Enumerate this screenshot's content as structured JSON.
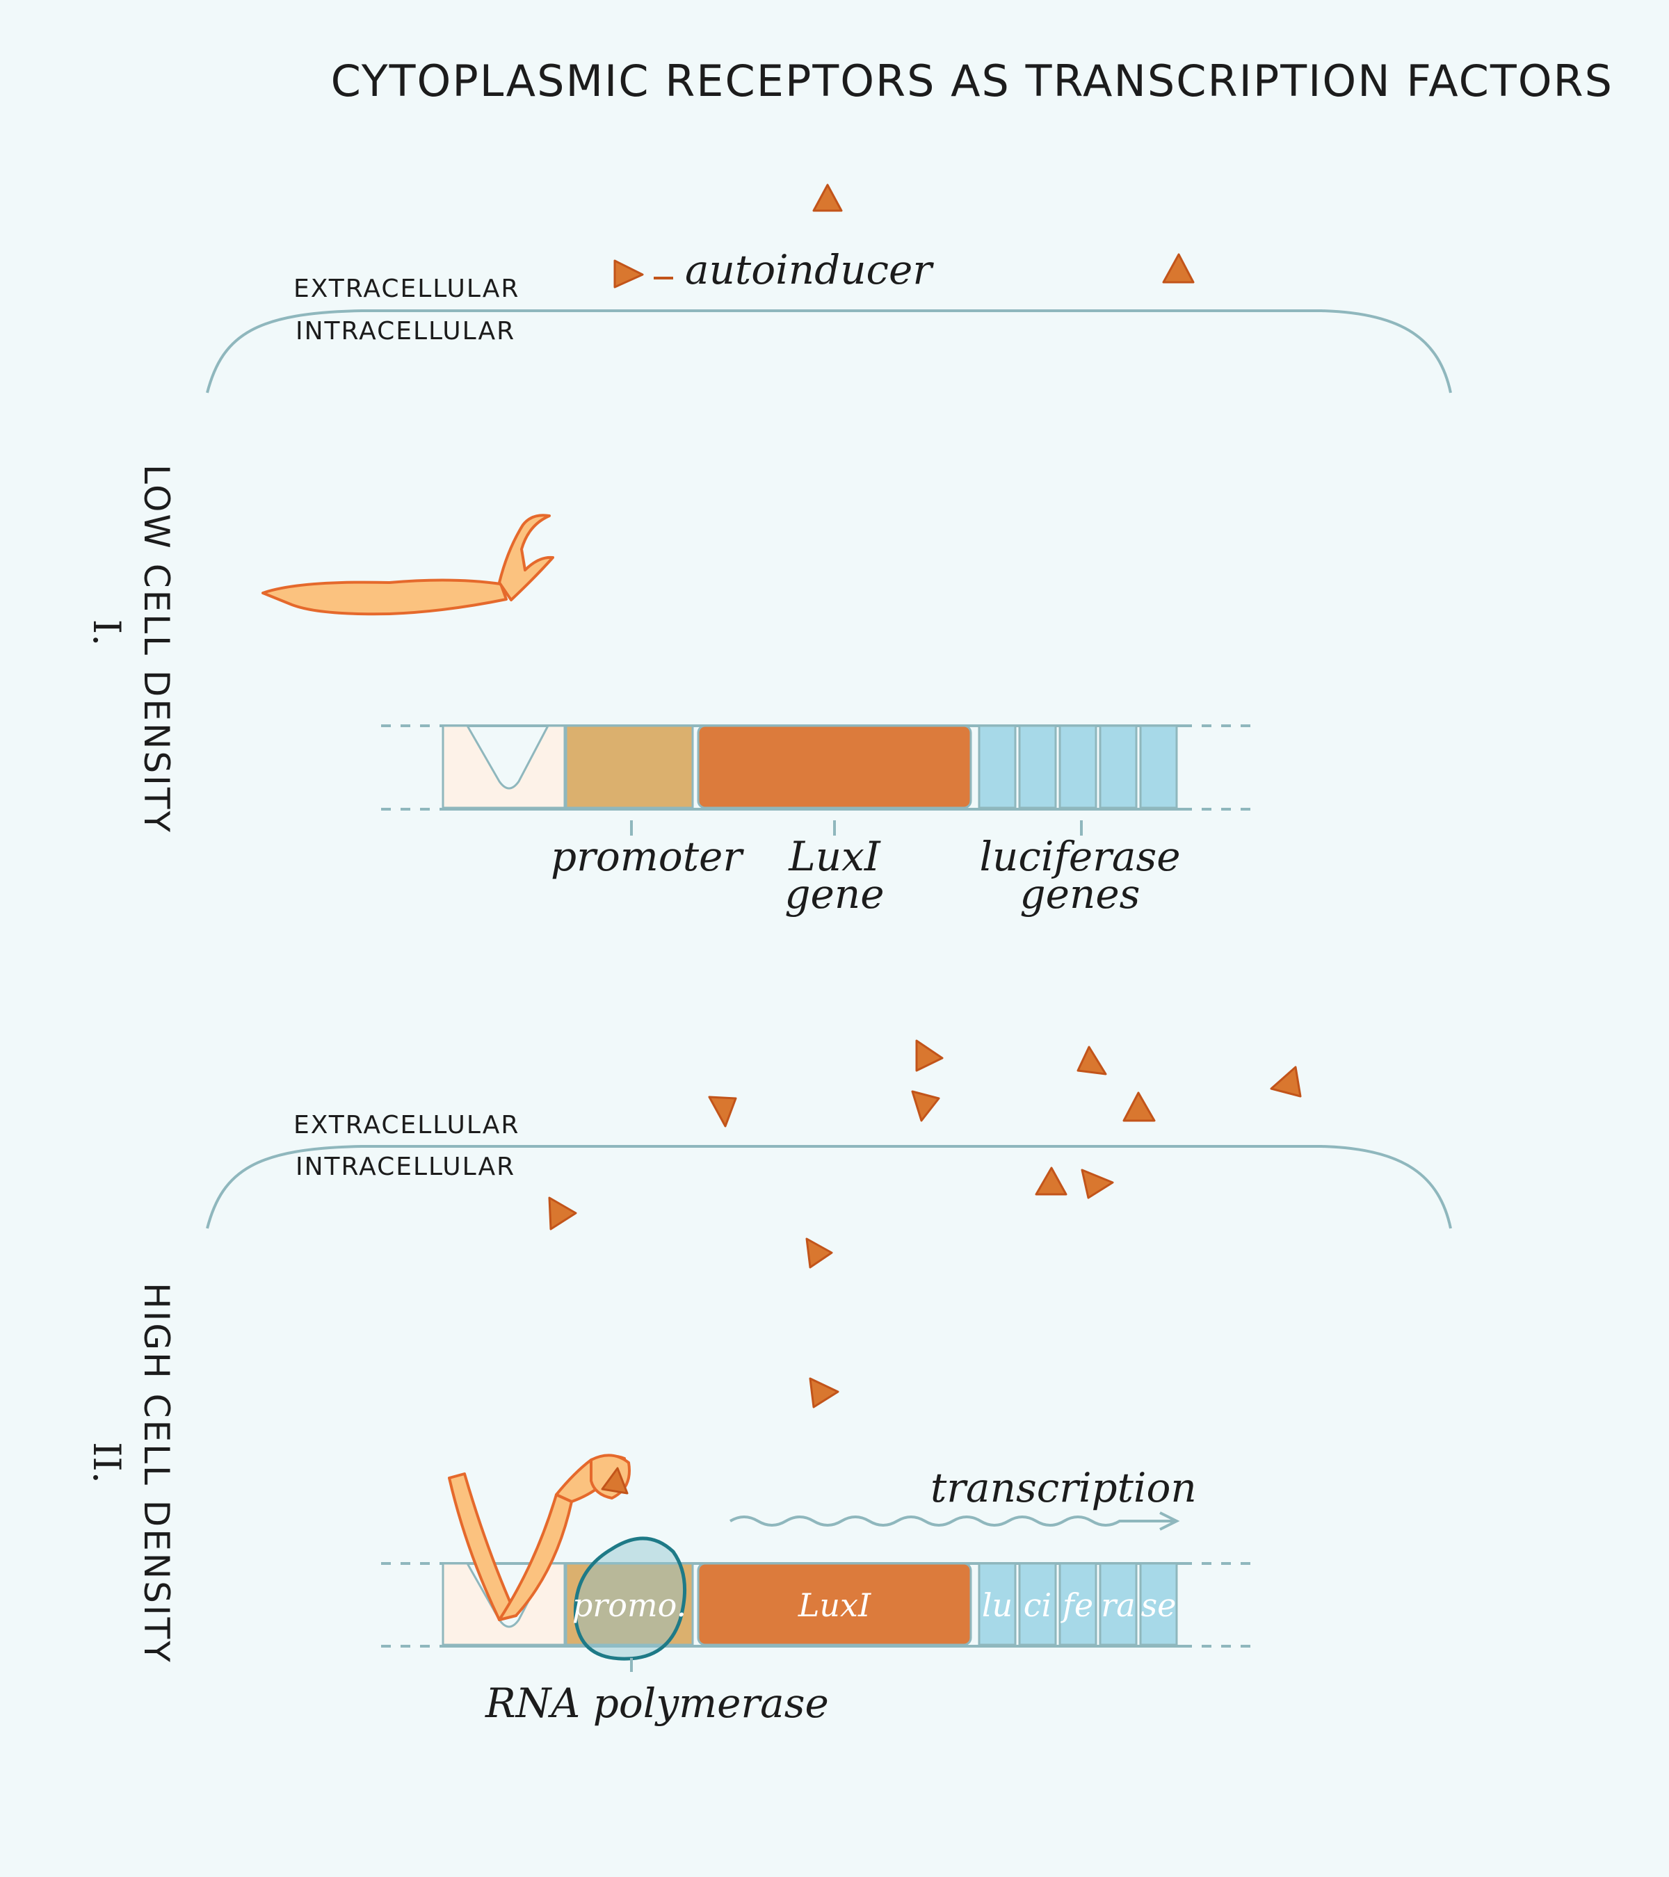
{
  "title": "CYTOPLASMIC RECEPTORS AS TRANSCRIPTION FACTORS",
  "colors": {
    "background": "#f1f9fa",
    "membrane": "#8fb7bd",
    "promoter": "#dbb06e",
    "luxI": "#dc7b3c",
    "luciferase": "#a7d9e8",
    "binding_site": "#fdf2e8",
    "autoinducer": "#d9772f",
    "receptor_arm": "#fbc27f",
    "rna_polymerase_outline": "#1e7a87"
  },
  "panel1": {
    "numeral": "I.",
    "side_label": "LOW CELL DENSITY",
    "extracellular": "EXTRACELLULAR",
    "intracellular": "INTRACELLULAR",
    "autoinducer_label": "autoinducer",
    "promoter_label": "promoter",
    "luxi_label_1": "LuxI",
    "luxi_label_2": "gene",
    "luciferase_label_1": "luciferase",
    "luciferase_label_2": "genes"
  },
  "panel2": {
    "numeral": "II.",
    "side_label": "HIGH CELL DENSITY",
    "extracellular": "EXTRACELLULAR",
    "intracellular": "INTRACELLULAR",
    "transcription_label": "transcription",
    "promoter_box": "promo.",
    "luxi_box": "LuxI",
    "luciferase_syllables": [
      "lu",
      "ci",
      "fe",
      "ra",
      "se"
    ],
    "rna_polymerase_label": "RNA polymerase"
  }
}
